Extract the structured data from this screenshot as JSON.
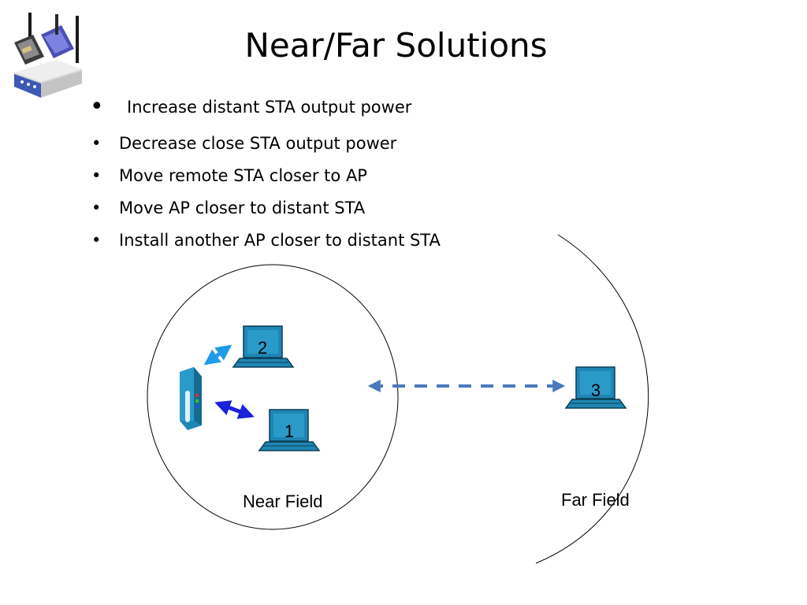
{
  "slide": {
    "title": "Near/Far Solutions",
    "bullets": [
      {
        "marker": "•",
        "text": "Increase distant STA output power"
      },
      {
        "marker": "•",
        "text": "Decrease close STA output power"
      },
      {
        "marker": "•",
        "text": "Move remote STA closer to AP"
      },
      {
        "marker": "•",
        "text": "Move AP closer to distant STA"
      },
      {
        "marker": "•",
        "text": "Install another AP closer to distant STA"
      }
    ]
  },
  "diagram": {
    "near_field_label": "Near Field",
    "far_field_label": "Far Field",
    "stations": [
      {
        "label": "2"
      },
      {
        "label": "1"
      },
      {
        "label": "3"
      }
    ]
  },
  "icons": {
    "logo": "wireless-router-icon",
    "access_point": "access-point-icon",
    "station": "laptop-icon"
  },
  "colors": {
    "laptop_screen": "#2A9BC8",
    "laptop_body": "#1F86B3",
    "link_near_2": "#1E9BE8",
    "link_near_1": "#1C22D8",
    "link_far": "#4A78BE"
  }
}
